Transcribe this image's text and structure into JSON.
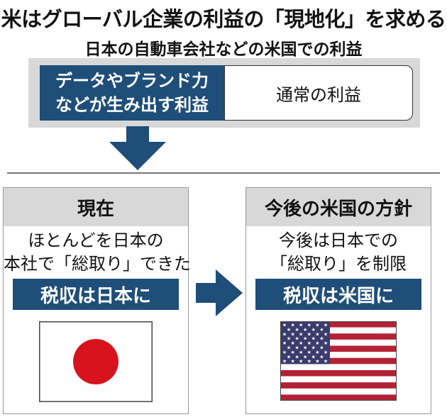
{
  "title": "米はグローバル企業の利益の「現地化」を求める",
  "subtitle": "日本の自動車会社などの米国での利益",
  "colors": {
    "accent_blue": "#1f4e79",
    "panel_gray": "#d8d8d8",
    "japan_red": "#d7141d",
    "us_red": "#b22234",
    "us_blue": "#3c3b6e"
  },
  "profit_split": {
    "data_brand_line1": "データやブランド力",
    "data_brand_line2": "などが生み出す利益",
    "ordinary": "通常の利益"
  },
  "current": {
    "heading": "現在",
    "text_line1": "ほとんどを日本の",
    "text_line2": "本社で「総取り」できた",
    "tax_label": "税収は日本に",
    "flag": "japan-flag"
  },
  "us_policy": {
    "heading": "今後の米国の方針",
    "text_line1": "今後は日本での",
    "text_line2": "「総取り」を制限",
    "tax_label": "税収は米国に",
    "flag": "us-flag"
  }
}
